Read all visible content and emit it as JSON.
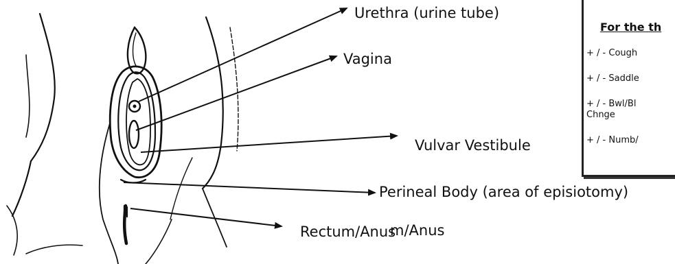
{
  "labels": {
    "urethra": "Urethra (urine tube)",
    "vagina": "Vagina",
    "vestibule": "Vulvar Vestibule",
    "perineal": "Perineal Body (area of episiotomy)",
    "rectum": "Rectum/Anus",
    "rectum_ghost": "m/Anus"
  },
  "panel": {
    "title": "For the th",
    "items": [
      "+ / - Cough",
      "+ / - Saddle",
      "+ / - Bwl/Bl",
      "Chnge",
      "+ / - Numb/"
    ]
  },
  "colors": {
    "line": "#111111",
    "border": "#222222"
  }
}
